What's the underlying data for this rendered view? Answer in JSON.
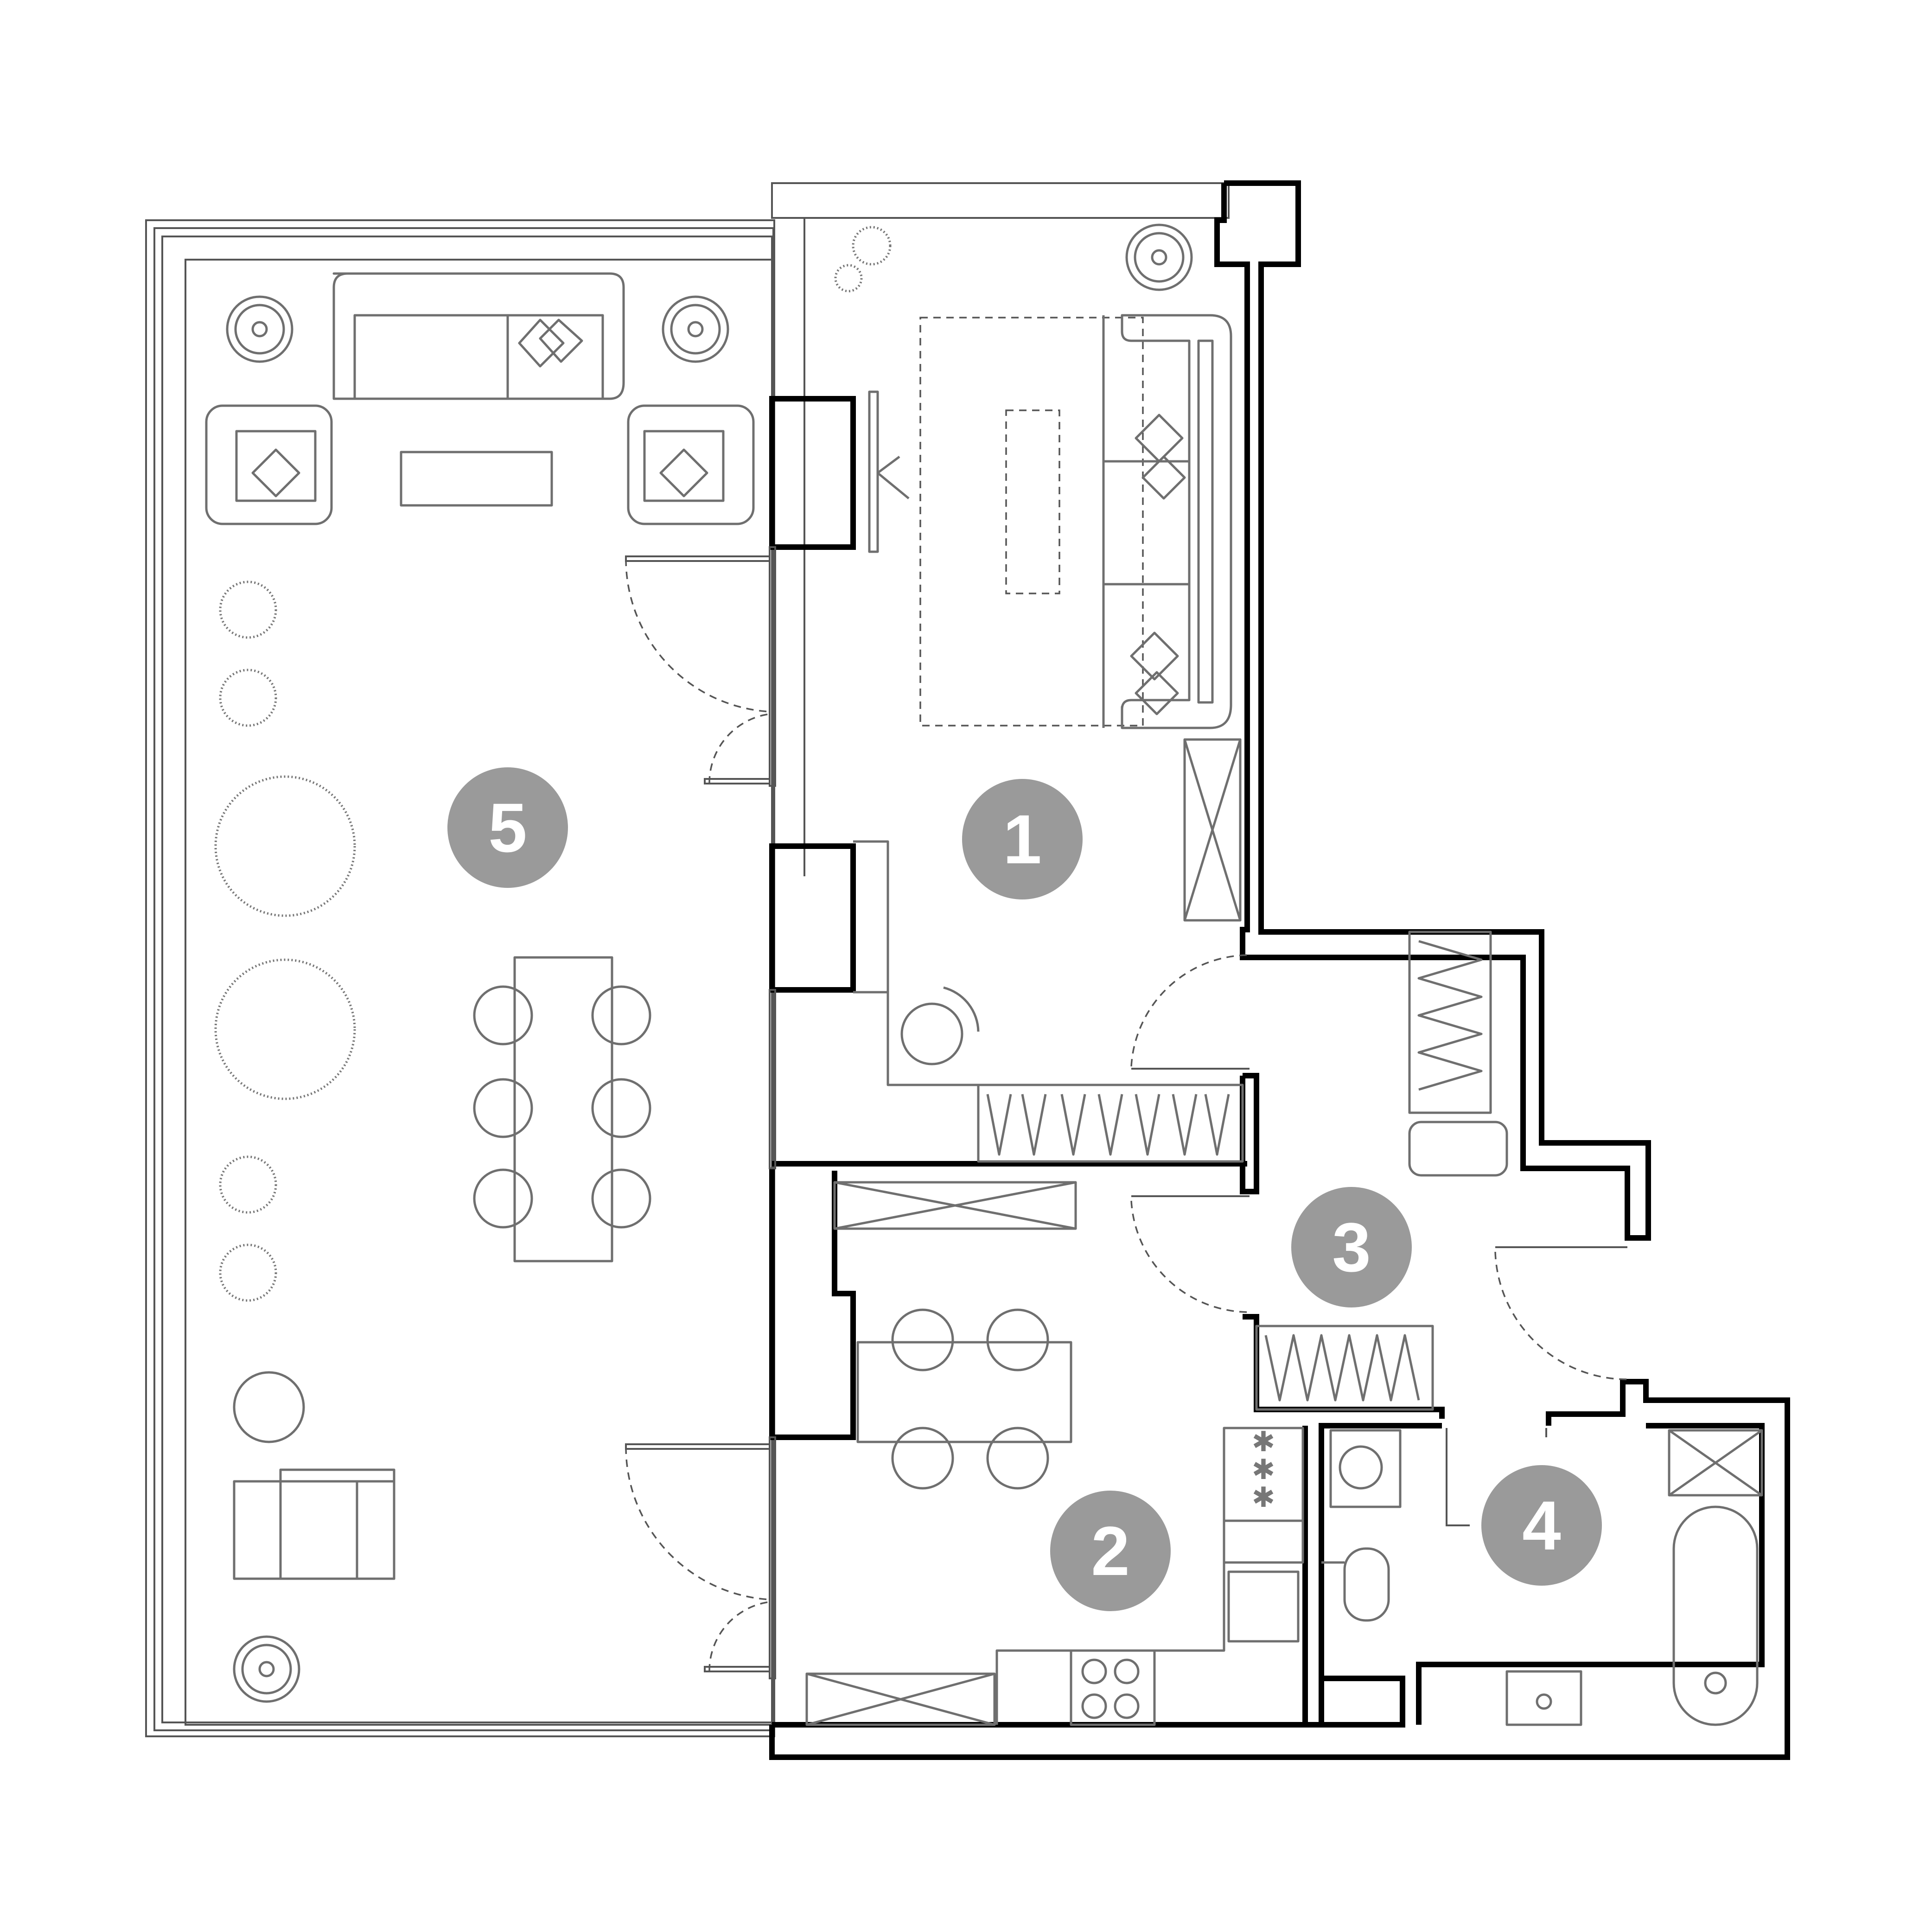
{
  "colors": {
    "wall": "#000000",
    "furniture": "#6f6f6f",
    "badge": "#9a9a9a",
    "badge_text": "#ffffff"
  },
  "rooms": [
    {
      "id": "living-room",
      "label": "1"
    },
    {
      "id": "kitchen-dining",
      "label": "2"
    },
    {
      "id": "hallway",
      "label": "3"
    },
    {
      "id": "bathroom",
      "label": "4"
    },
    {
      "id": "terrace",
      "label": "5"
    }
  ]
}
